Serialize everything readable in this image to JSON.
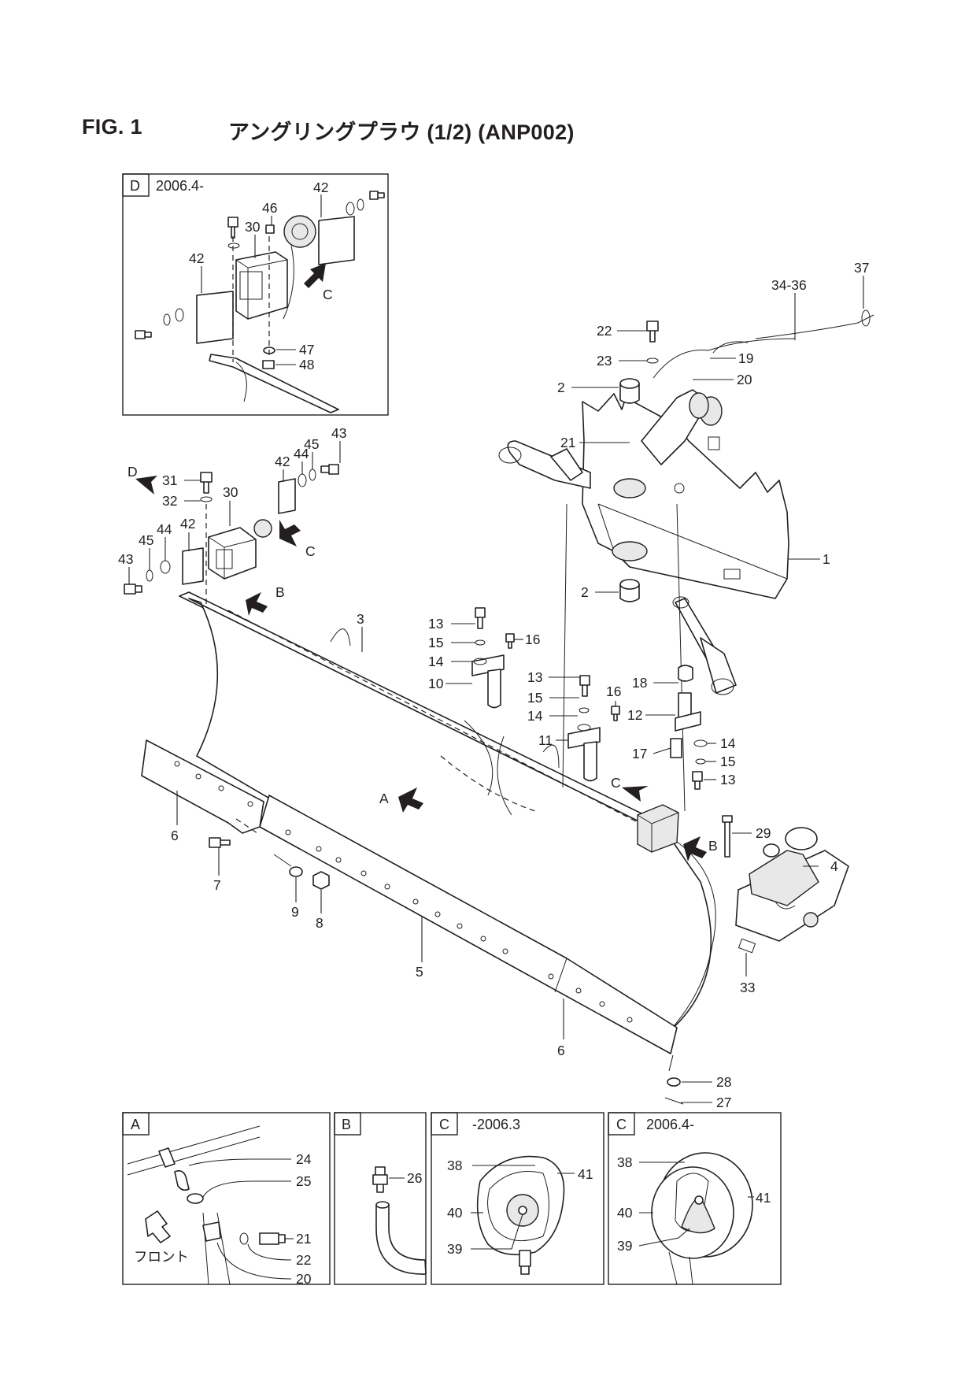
{
  "header": {
    "fig_number": "FIG. 1",
    "caption": "アングリングプラウ (1/2) (ANP002)"
  },
  "detail_boxes": [
    {
      "id": "D",
      "tag": "D",
      "note": "2006.4-"
    },
    {
      "id": "A",
      "tag": "A",
      "note": ""
    },
    {
      "id": "B",
      "tag": "B",
      "note": ""
    },
    {
      "id": "C1",
      "tag": "C",
      "note": "-2006.3"
    },
    {
      "id": "C2",
      "tag": "C",
      "note": "2006.4-"
    }
  ],
  "view_arrows": [
    "D",
    "C",
    "B",
    "A",
    "C",
    "B",
    "C"
  ],
  "front_label": "フロント",
  "callouts": {
    "main": [
      "1",
      "2",
      "2",
      "3",
      "4",
      "5",
      "6",
      "6",
      "7",
      "8",
      "9",
      "10",
      "11",
      "12",
      "13",
      "13",
      "13",
      "14",
      "14",
      "14",
      "15",
      "15",
      "15",
      "16",
      "16",
      "17",
      "18",
      "19",
      "20",
      "21",
      "22",
      "23",
      "27",
      "28",
      "29",
      "30",
      "31",
      "32",
      "33",
      "34-36",
      "37",
      "42",
      "42",
      "43",
      "43",
      "44",
      "44",
      "45",
      "45"
    ],
    "box_d": [
      "42",
      "46",
      "30",
      "42",
      "47",
      "48"
    ],
    "box_a": [
      "24",
      "25",
      "21",
      "22",
      "20"
    ],
    "box_b": [
      "26"
    ],
    "box_c1": [
      "38",
      "41",
      "40",
      "39"
    ],
    "box_c2": [
      "38",
      "41",
      "40",
      "39"
    ]
  }
}
